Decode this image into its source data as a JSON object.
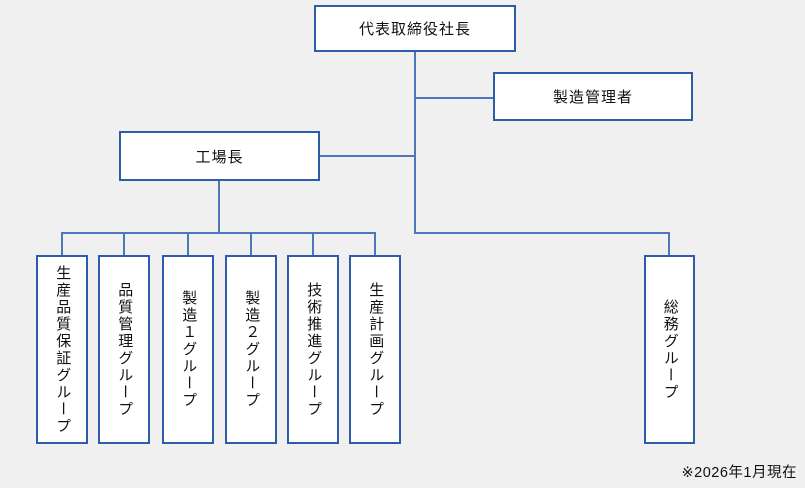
{
  "org_chart": {
    "president": "代表取締役社長",
    "manufacturing_manager": "製造管理者",
    "factory_manager": "工場長",
    "factory_groups": [
      "生産品質保証グループ",
      "品質管理グループ",
      "製造１グループ",
      "製造２グループ",
      "技術推進グループ",
      "生産計画グループ"
    ],
    "general_affairs_group": "総務グループ",
    "caption": "※2026年1月現在"
  },
  "colors": {
    "background": "#f0f0f0",
    "box_border": "#2d5ca8",
    "connector": "#4d77ba",
    "box_fill": "#ffffff",
    "text": "#111111"
  }
}
